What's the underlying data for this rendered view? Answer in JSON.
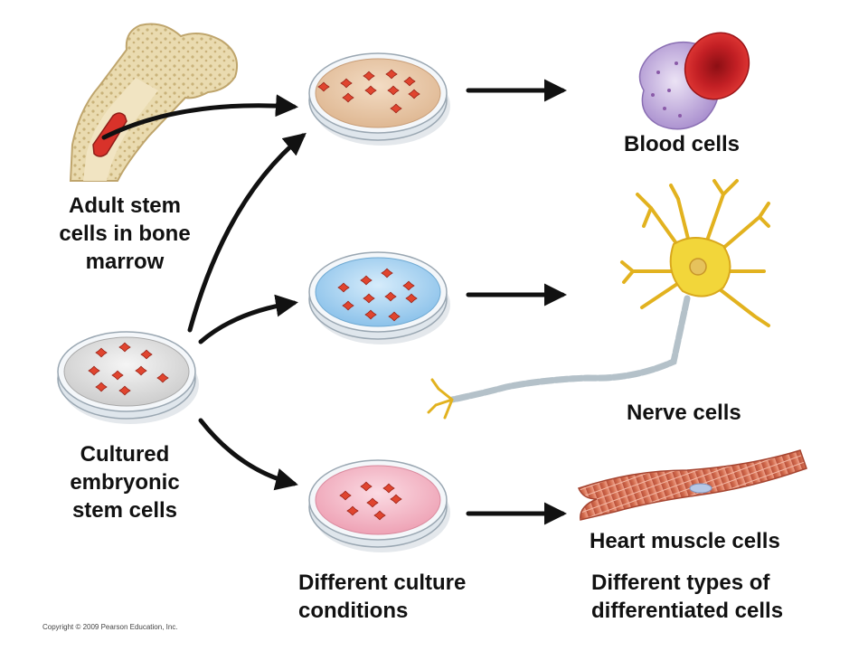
{
  "labels": {
    "adult_stem": [
      "Adult stem",
      "cells in bone",
      "marrow"
    ],
    "embryonic_stem": [
      "Cultured",
      "embryonic",
      "stem cells"
    ],
    "blood_cells": "Blood cells",
    "nerve_cells": "Nerve cells",
    "heart_cells": "Heart muscle cells",
    "culture_conditions": [
      "Different culture",
      "conditions"
    ],
    "differentiated": [
      "Different types of",
      "differentiated cells"
    ]
  },
  "copyright": "Copyright © 2009 Pearson Education, Inc.",
  "colors": {
    "bone": "#e8d7a8",
    "marrow": "#d8322a",
    "dish_tan": "#e9c9a8",
    "dish_blue": "#a9d3f0",
    "dish_pink": "#f4b6c4",
    "dish_gray": "#dcdcdc",
    "cell_red": "#e0452f",
    "arrow": "#111111",
    "rbc": "#d42b2b",
    "wbc": "#b9a2d6",
    "neuron": "#f2d63a",
    "muscle": "#d9765a"
  }
}
